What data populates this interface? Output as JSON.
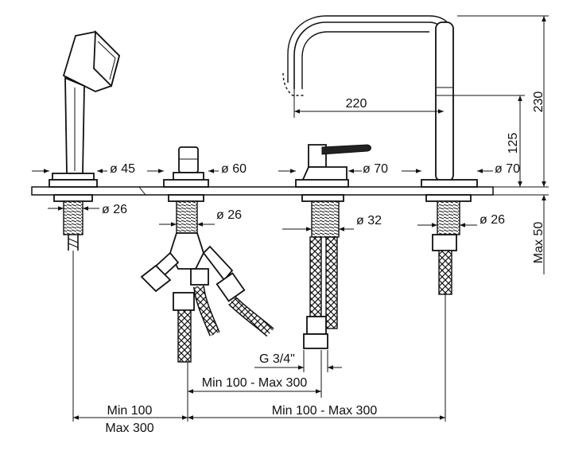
{
  "dimensions": {
    "hand_shower_flange_diameter": "ø 45",
    "hand_shower_thread_diameter": "ø 26",
    "diverter_flange_diameter": "ø 60",
    "diverter_thread_diameter": "ø 26",
    "mixer_flange_diameter": "ø 70",
    "mixer_thread_diameter": "ø 32",
    "spout_flange_diameter": "ø 70",
    "spout_thread_diameter": "ø 26",
    "spout_reach": "220",
    "spout_total_height": "230",
    "spout_outlet_height": "125",
    "deck_thickness_max": "Max 50",
    "connection_thread": "G 3/4\"",
    "spacing_diverter_mixer": "Min 100 - Max 300",
    "spacing_diverter_spout": "Min 100 - Max 300",
    "spacing_shower_min": "Min 100",
    "spacing_shower_max": "Max 300"
  }
}
